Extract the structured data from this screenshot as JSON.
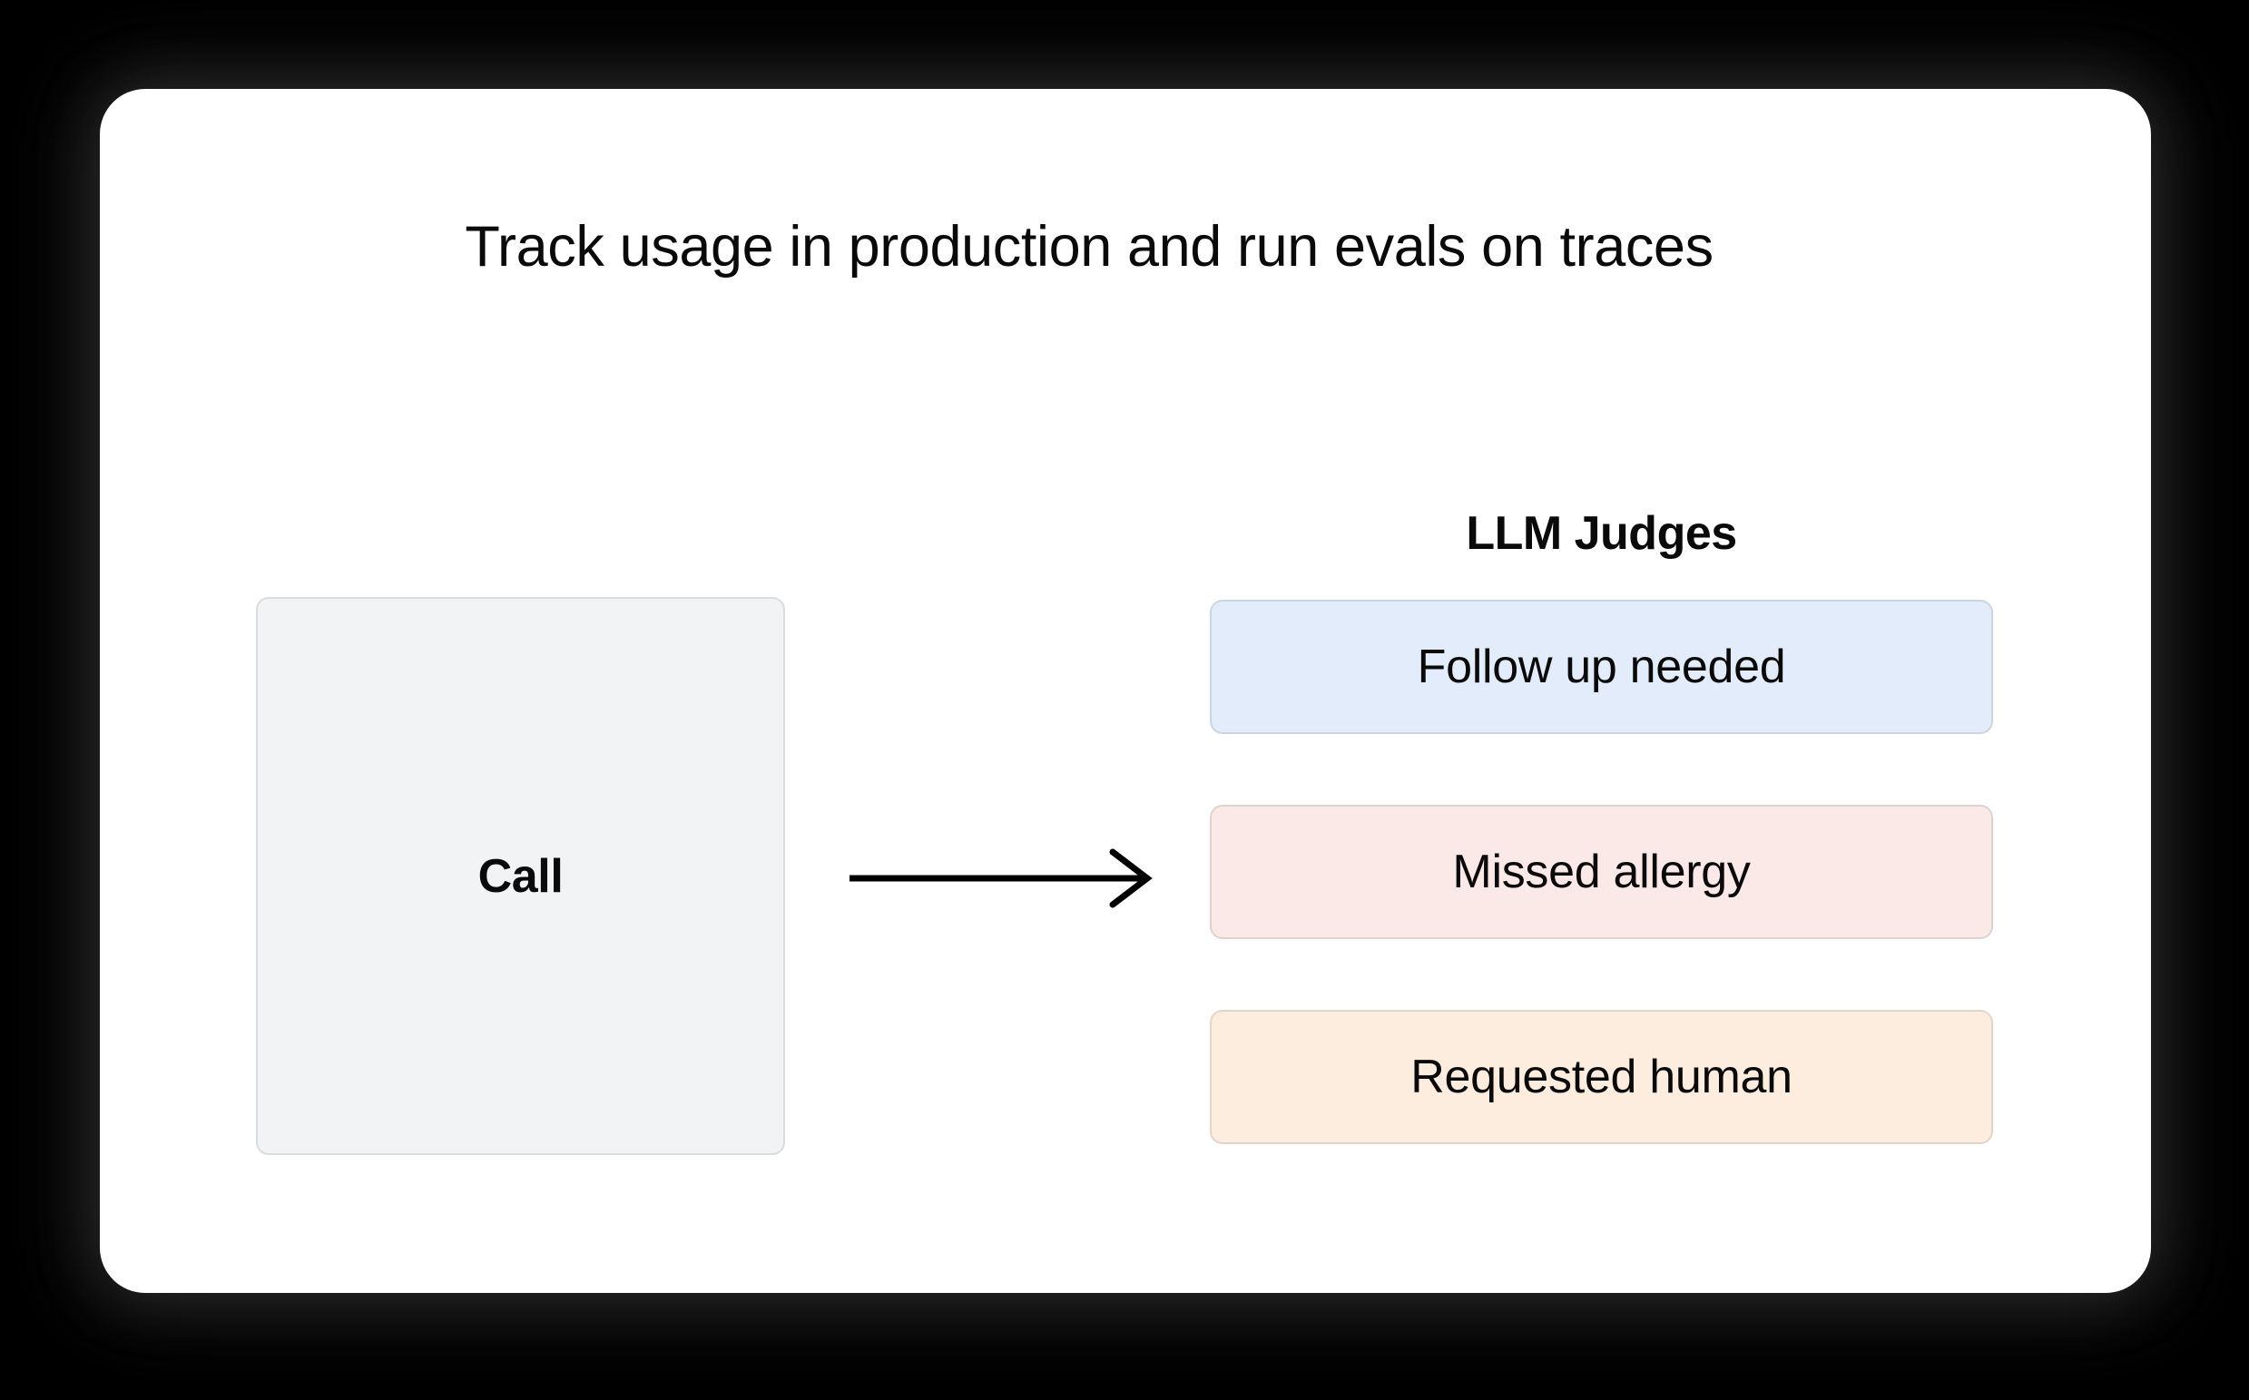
{
  "slide": {
    "title": "Track usage in production and run evals on traces",
    "background_color": "#000000",
    "card_color": "#ffffff"
  },
  "flow": {
    "source": {
      "label": "Call",
      "background_color": "#f1f3f5",
      "border_color": "#d9dce2"
    },
    "connector": {
      "icon": "arrow-right-icon",
      "direction": "right",
      "color": "#000000"
    },
    "target_group": {
      "heading": "LLM Judges",
      "items": [
        {
          "label": "Follow up needed",
          "background_color": "#e3ecfb"
        },
        {
          "label": "Missed allergy",
          "background_color": "#fae9e7"
        },
        {
          "label": "Requested human",
          "background_color": "#fdeddf"
        }
      ]
    }
  }
}
